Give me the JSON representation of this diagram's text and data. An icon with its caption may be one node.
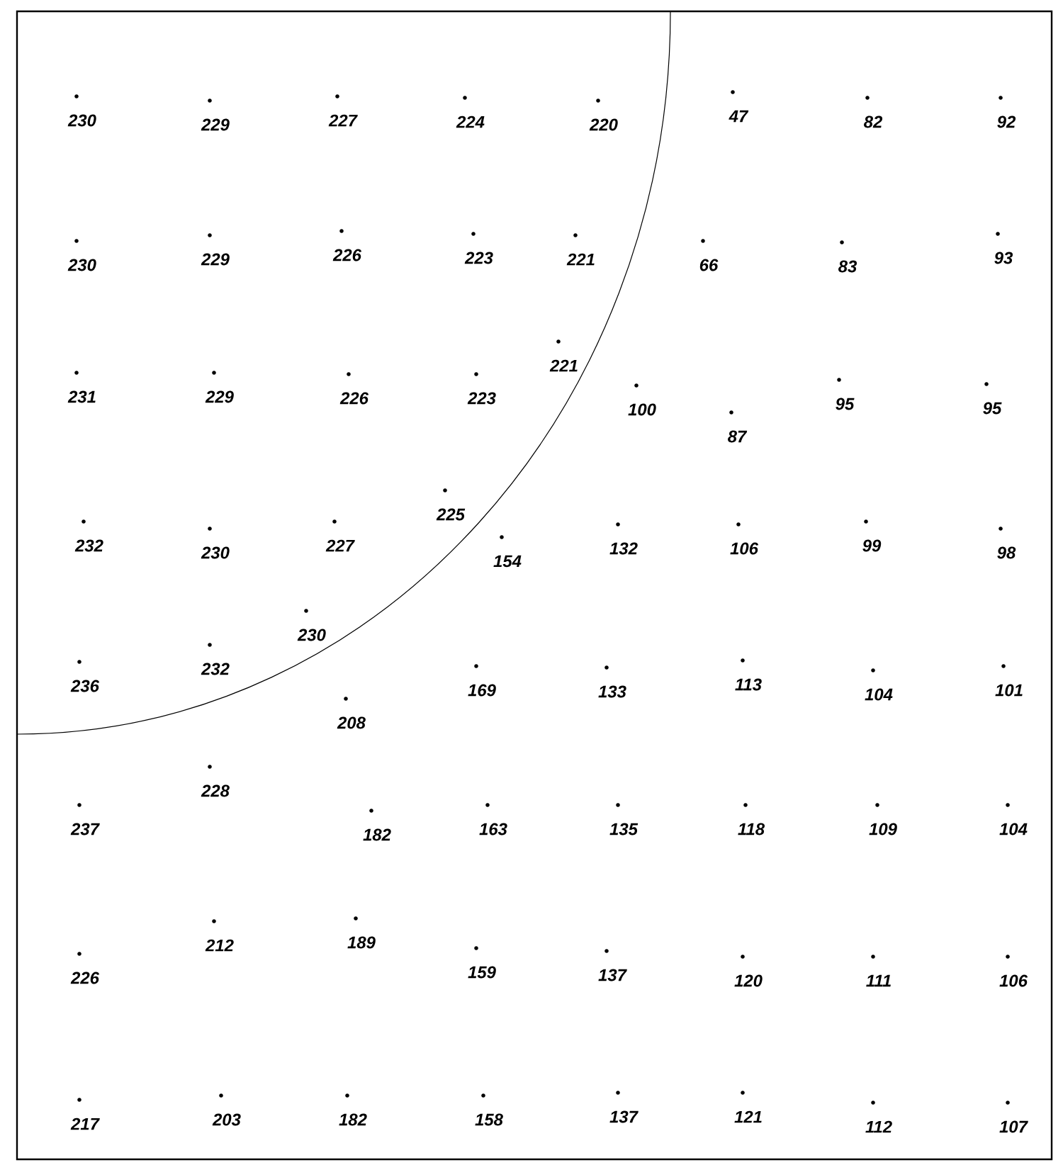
{
  "diagram": {
    "labels": [
      "230",
      "229",
      "227",
      "224",
      "220",
      "47",
      "82",
      "92",
      "230",
      "229",
      "226",
      "223",
      "221",
      "66",
      "83",
      "93",
      "231",
      "229",
      "226",
      "223",
      "221",
      "100",
      "87",
      "95",
      "95",
      "225",
      "232",
      "230",
      "227",
      "154",
      "132",
      "106",
      "99",
      "98",
      "230",
      "236",
      "232",
      "169",
      "133",
      "113",
      "104",
      "101",
      "208",
      "228",
      "237",
      "182",
      "163",
      "135",
      "118",
      "109",
      "104",
      "212",
      "189",
      "226",
      "159",
      "137",
      "120",
      "111",
      "106",
      "217",
      "203",
      "182",
      "158",
      "137",
      "121",
      "112",
      "107"
    ]
  }
}
